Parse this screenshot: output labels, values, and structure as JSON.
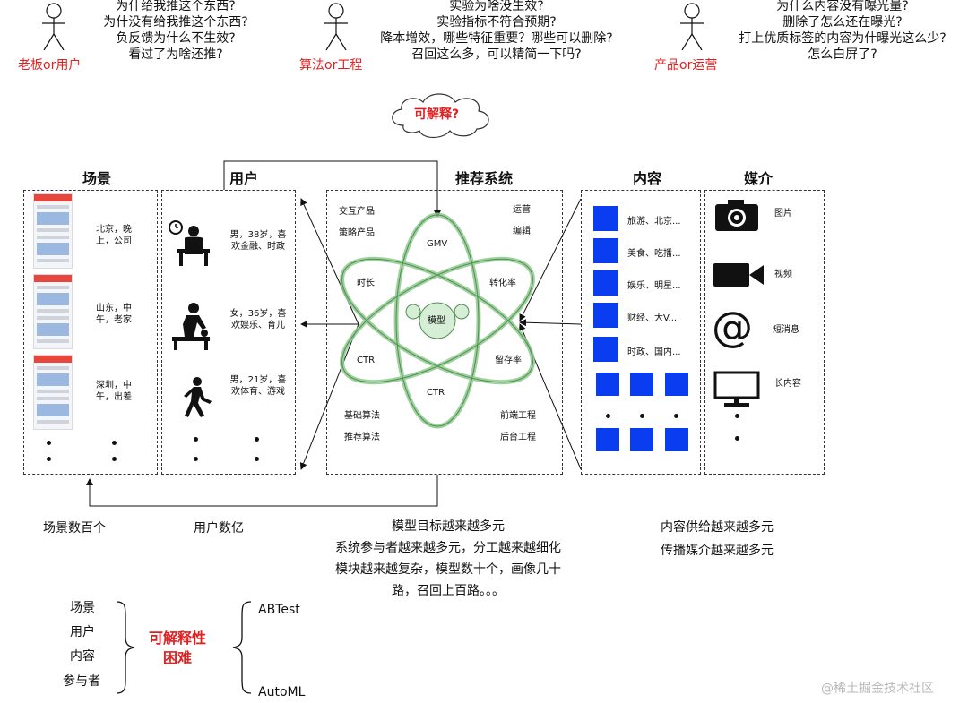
{
  "roles": [
    {
      "name": "老板or用户",
      "questions": [
        "为什给我推这个东西?",
        "为什没有给我推这个东西?",
        "负反馈为什么不生效?",
        "看过了为啥还推?"
      ]
    },
    {
      "name": "算法or工程",
      "questions": [
        "实验为啥没生效?",
        "实验指标不符合预期?",
        "降本增效，哪些特征重要？哪些可以删除?",
        "召回这么多，可以精简一下吗?"
      ]
    },
    {
      "name": "产品or运营",
      "questions": [
        "为什么内容没有曝光量?",
        "删除了怎么还在曝光?",
        "打上优质标签的内容为什曝光这么少?",
        "怎么白屏了?"
      ]
    }
  ],
  "cloud_label": "可解释?",
  "sections": {
    "scene": "场景",
    "user": "用户",
    "system": "推荐系统",
    "content": "内容",
    "media": "媒介"
  },
  "scenes": [
    {
      "label": "北京，晚上，公司"
    },
    {
      "label": "山东，中午，老家"
    },
    {
      "label": "深圳，中午，出差"
    }
  ],
  "users": [
    {
      "label": "男，38岁，喜欢金融、时政",
      "icon": "person-working-icon"
    },
    {
      "label": "女，36岁，喜欢娱乐、育儿",
      "icon": "parent-baby-icon"
    },
    {
      "label": "男，21岁，喜欢体育、游戏",
      "icon": "person-walking-icon"
    }
  ],
  "system": {
    "top_left": [
      "交互产品",
      "策略产品"
    ],
    "top_right": [
      "运营",
      "编辑"
    ],
    "bottom_left": [
      "基础算法",
      "推荐算法"
    ],
    "bottom_right": [
      "前端工程",
      "后台工程"
    ],
    "nodes": {
      "gmv": "GMV",
      "duration": "时长",
      "conversion": "转化率",
      "ctr_left": "CTR",
      "retention": "留存率",
      "ctr_bottom": "CTR",
      "model": "模型"
    }
  },
  "contents": [
    "旅游、北京...",
    "美食、吃播...",
    "娱乐、明星...",
    "财经、大V...",
    "时政、国内..."
  ],
  "media": [
    {
      "label": "图片",
      "icon": "camera-icon"
    },
    {
      "label": "视频",
      "icon": "video-camera-icon"
    },
    {
      "label": "短消息",
      "icon": "at-sign-icon"
    },
    {
      "label": "长内容",
      "icon": "monitor-icon"
    }
  ],
  "captions": {
    "scene": "场景数百个",
    "user": "用户数亿",
    "system": [
      "模型目标越来越多元",
      "系统参与者越来越多元，分工越来越细化",
      "模块越来越复杂，模型数十个，画像几十",
      "路，召回上百路。。。"
    ],
    "content": [
      "内容供给越来越多元",
      "传播媒介越来越多元"
    ]
  },
  "bottom": {
    "left_items": [
      "场景",
      "用户",
      "内容",
      "参与者"
    ],
    "center": [
      "可解释性",
      "困难"
    ],
    "right_items": [
      "ABTest",
      "AutoML"
    ]
  },
  "watermark": "@稀土掘金技术社区",
  "colors": {
    "accent_red": "#e02020",
    "content_blue": "#0a3cf0",
    "atom_green": "#8fc98f"
  }
}
